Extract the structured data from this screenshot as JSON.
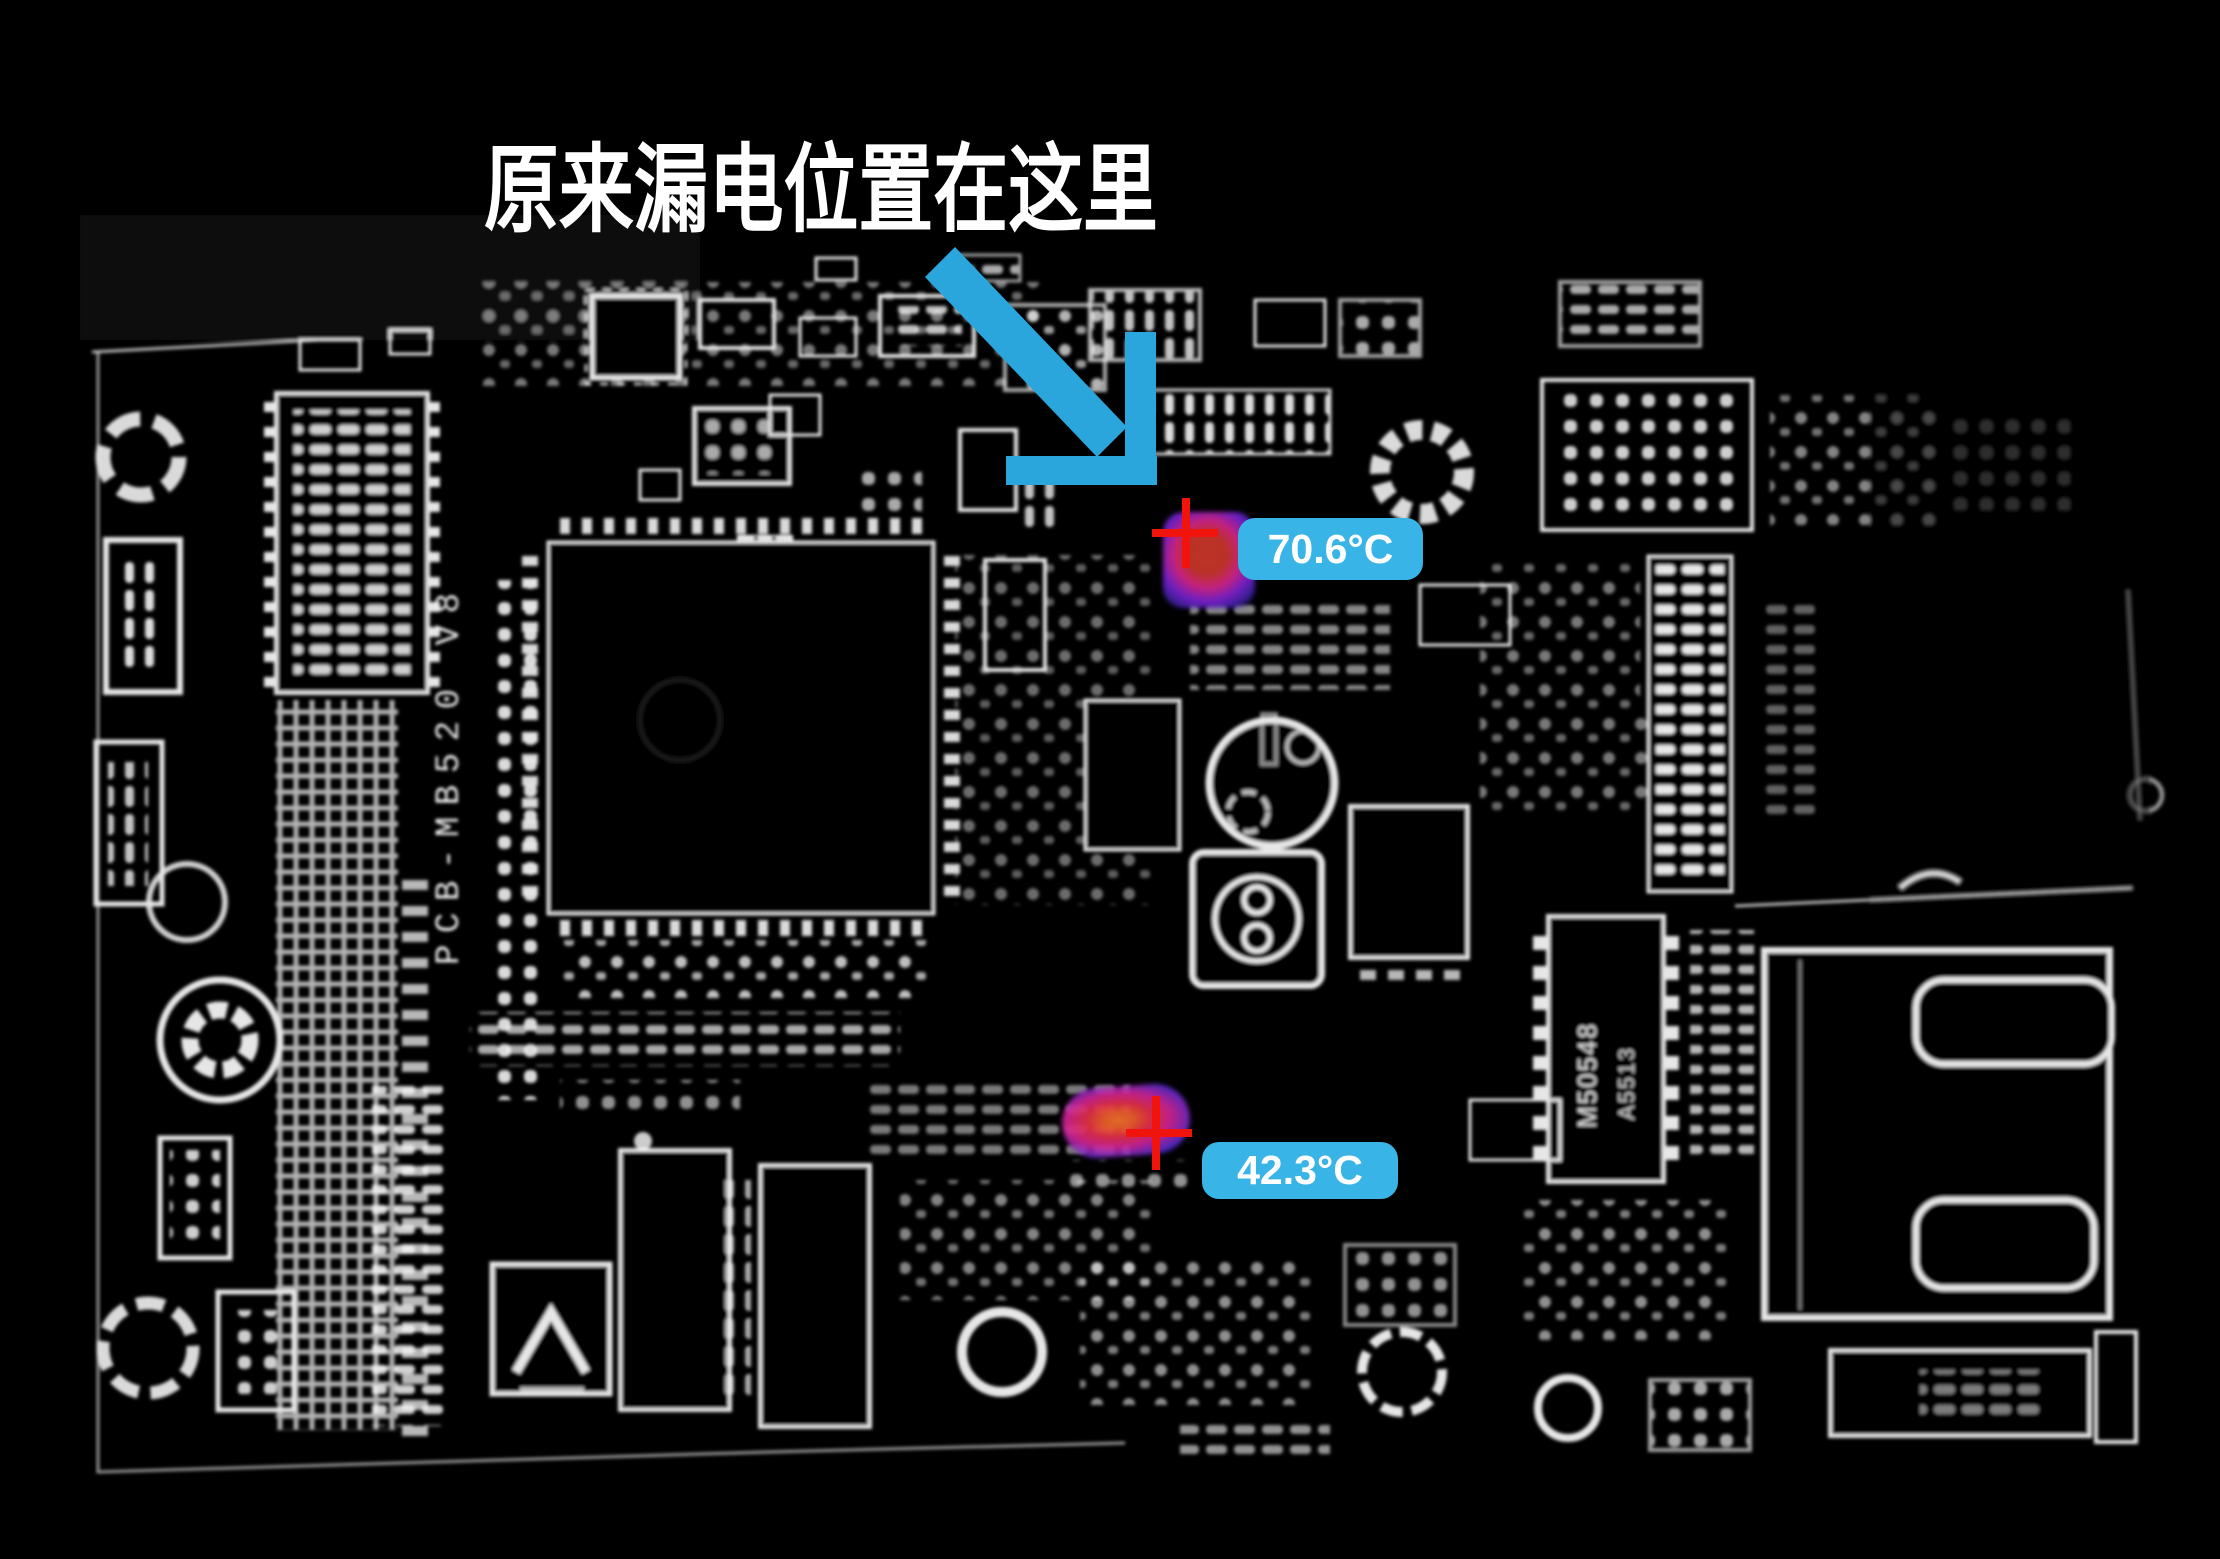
{
  "annotation": {
    "title": "原来漏电位置在这里",
    "arrow_color": "#2aa6dc"
  },
  "style": {
    "background": "#000000",
    "title_color": "#ffffff",
    "badge_bg": "#38b4e6",
    "badge_text_color": "#ffffff",
    "crosshair_color": "#f0140c",
    "pcb_line_color": "#e6e6e6"
  },
  "measurements": [
    {
      "id": "spot-high",
      "label": "70.6°C"
    },
    {
      "id": "spot-low",
      "label": "42.3°C"
    }
  ],
  "board": {
    "silkscreen": "PCB-MB520 V8",
    "ic_marking_1": "M50548",
    "ic_marking_2": "A5513"
  }
}
